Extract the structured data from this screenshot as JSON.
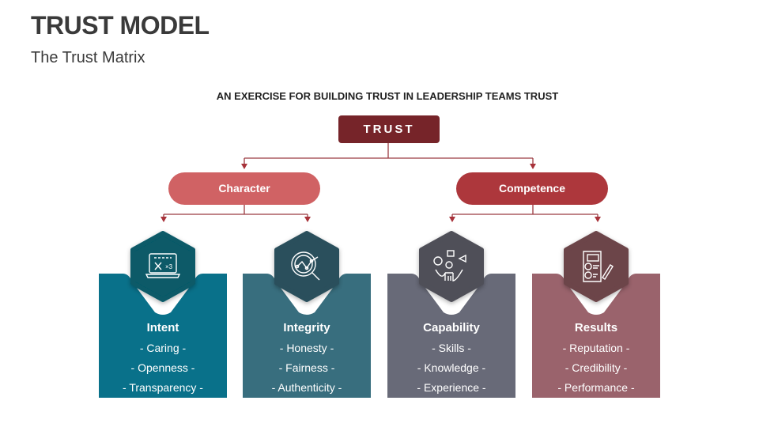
{
  "header": {
    "title": "TRUST MODEL",
    "subtitle": "The Trust Matrix"
  },
  "diagram": {
    "heading": "AN EXERCISE FOR BUILDING TRUST IN LEADERSHIP TEAMS TRUST",
    "root": {
      "label": "TRUST",
      "color": "#762429"
    },
    "branches": [
      {
        "label": "Character",
        "color": "#d06264"
      },
      {
        "label": "Competence",
        "color": "#ad373c"
      }
    ],
    "cards": [
      {
        "title": "Intent",
        "items": [
          "- Caring -",
          "- Openness -",
          "- Transparency -"
        ],
        "icon": "laptop-math-icon",
        "card_color": "#09718a",
        "hex_color": "#075a68"
      },
      {
        "title": "Integrity",
        "items": [
          "- Honesty -",
          "- Fairness -",
          "- Authenticity -"
        ],
        "icon": "magnifier-chart-icon",
        "card_color": "#386e7e",
        "hex_color": "#2a4f5b"
      },
      {
        "title": "Capability",
        "items": [
          "- Skills -",
          "- Knowledge -",
          "- Experience -"
        ],
        "icon": "person-juggling-icon",
        "card_color": "#686a78",
        "hex_color": "#4f5059"
      },
      {
        "title": "Results",
        "items": [
          "- Reputation -",
          "- Credibility -",
          "- Performance -"
        ],
        "icon": "checklist-pencil-icon",
        "card_color": "#9a636c",
        "hex_color": "#6c4449"
      }
    ]
  }
}
